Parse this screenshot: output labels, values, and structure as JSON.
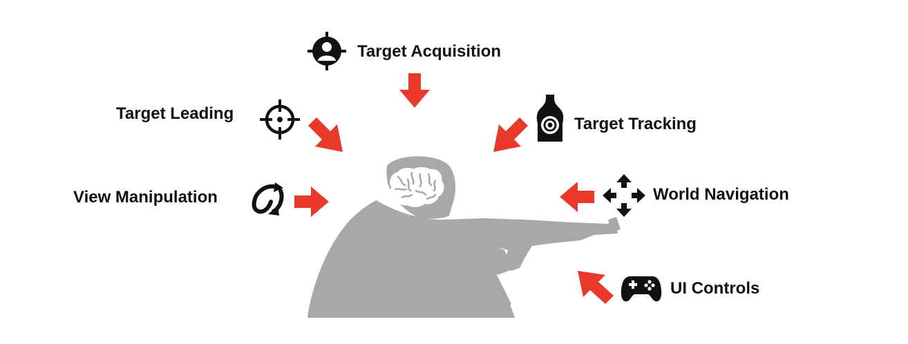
{
  "colors": {
    "arrow": "#e8392a",
    "silhouette": "#a8a8a8",
    "icon": "#111111",
    "text": "#111111"
  },
  "labels": {
    "target_acquisition": "Target Acquisition",
    "target_leading": "Target Leading",
    "target_tracking": "Target Tracking",
    "view_manipulation": "View Manipulation",
    "world_navigation": "World Navigation",
    "ui_controls": "UI Controls"
  },
  "icons": {
    "target_acquisition": "person-crosshair-icon",
    "target_leading": "crosshair-icon",
    "target_tracking": "shooting-target-icon",
    "view_manipulation": "rotate-view-icon",
    "world_navigation": "move-arrows-icon",
    "ui_controls": "gamepad-icon",
    "center": "brain-icon"
  }
}
